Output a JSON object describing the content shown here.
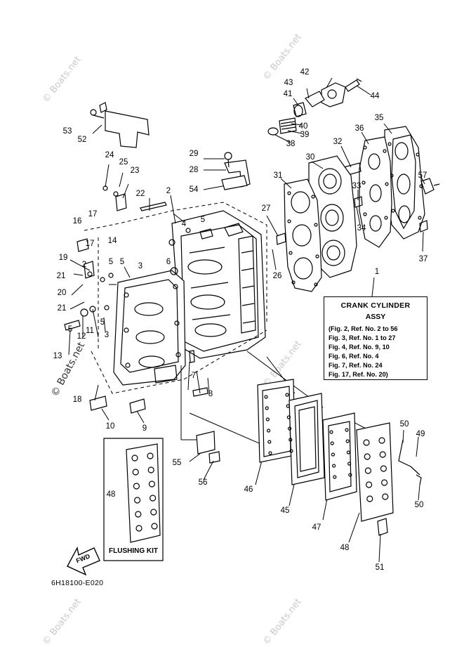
{
  "watermark": "© Boats.net",
  "watermark_side": "© Boats.net",
  "figure_code": "6H18100-E020",
  "note": {
    "title": "CRANK CYLINDER",
    "subtitle": "ASSY",
    "lines": [
      "(Fig. 2, Ref. No. 2 to 56",
      "Fig. 3, Ref. No. 1 to 27",
      "Fig. 4, Ref. No. 9, 10",
      "Fig. 6, Ref. No. 4",
      "Fig. 7, Ref. No. 24",
      "Fig. 17, Ref. No. 20)"
    ]
  },
  "flushing_kit_label": "FLUSHING KIT",
  "fwd_label": "FWD",
  "callouts": [
    {
      "id": "1",
      "label": "1"
    },
    {
      "id": "2a",
      "label": "2"
    },
    {
      "id": "2b",
      "label": "2"
    },
    {
      "id": "3a",
      "label": "3"
    },
    {
      "id": "3b",
      "label": "3"
    },
    {
      "id": "4",
      "label": "4"
    },
    {
      "id": "5a",
      "label": "5"
    },
    {
      "id": "5b",
      "label": "5"
    },
    {
      "id": "5c",
      "label": "5"
    },
    {
      "id": "5d",
      "label": "5"
    },
    {
      "id": "5e",
      "label": "5"
    },
    {
      "id": "6",
      "label": "6"
    },
    {
      "id": "7",
      "label": "7"
    },
    {
      "id": "8",
      "label": "8"
    },
    {
      "id": "9",
      "label": "9"
    },
    {
      "id": "10",
      "label": "10"
    },
    {
      "id": "11",
      "label": "11"
    },
    {
      "id": "12",
      "label": "12"
    },
    {
      "id": "13",
      "label": "13"
    },
    {
      "id": "14",
      "label": "14"
    },
    {
      "id": "16",
      "label": "16"
    },
    {
      "id": "17a",
      "label": "17"
    },
    {
      "id": "17b",
      "label": "17"
    },
    {
      "id": "18",
      "label": "18"
    },
    {
      "id": "19",
      "label": "19"
    },
    {
      "id": "20",
      "label": "20"
    },
    {
      "id": "21a",
      "label": "21"
    },
    {
      "id": "21b",
      "label": "21"
    },
    {
      "id": "22",
      "label": "22"
    },
    {
      "id": "23",
      "label": "23"
    },
    {
      "id": "24",
      "label": "24"
    },
    {
      "id": "25",
      "label": "25"
    },
    {
      "id": "26",
      "label": "26"
    },
    {
      "id": "27",
      "label": "27"
    },
    {
      "id": "28",
      "label": "28"
    },
    {
      "id": "29",
      "label": "29"
    },
    {
      "id": "30",
      "label": "30"
    },
    {
      "id": "31",
      "label": "31"
    },
    {
      "id": "32",
      "label": "32"
    },
    {
      "id": "33",
      "label": "33"
    },
    {
      "id": "34",
      "label": "34"
    },
    {
      "id": "35",
      "label": "35"
    },
    {
      "id": "36",
      "label": "36"
    },
    {
      "id": "37",
      "label": "37"
    },
    {
      "id": "38",
      "label": "38"
    },
    {
      "id": "39",
      "label": "39"
    },
    {
      "id": "40",
      "label": "40"
    },
    {
      "id": "41",
      "label": "41"
    },
    {
      "id": "42",
      "label": "42"
    },
    {
      "id": "43",
      "label": "43"
    },
    {
      "id": "44",
      "label": "44"
    },
    {
      "id": "45",
      "label": "45"
    },
    {
      "id": "46",
      "label": "46"
    },
    {
      "id": "47",
      "label": "47"
    },
    {
      "id": "48a",
      "label": "48"
    },
    {
      "id": "48b",
      "label": "48"
    },
    {
      "id": "49",
      "label": "49"
    },
    {
      "id": "50a",
      "label": "50"
    },
    {
      "id": "50b",
      "label": "50"
    },
    {
      "id": "51",
      "label": "51"
    },
    {
      "id": "52",
      "label": "52"
    },
    {
      "id": "53",
      "label": "53"
    },
    {
      "id": "54",
      "label": "54"
    },
    {
      "id": "55",
      "label": "55"
    },
    {
      "id": "56",
      "label": "56"
    },
    {
      "id": "57",
      "label": "57"
    }
  ]
}
